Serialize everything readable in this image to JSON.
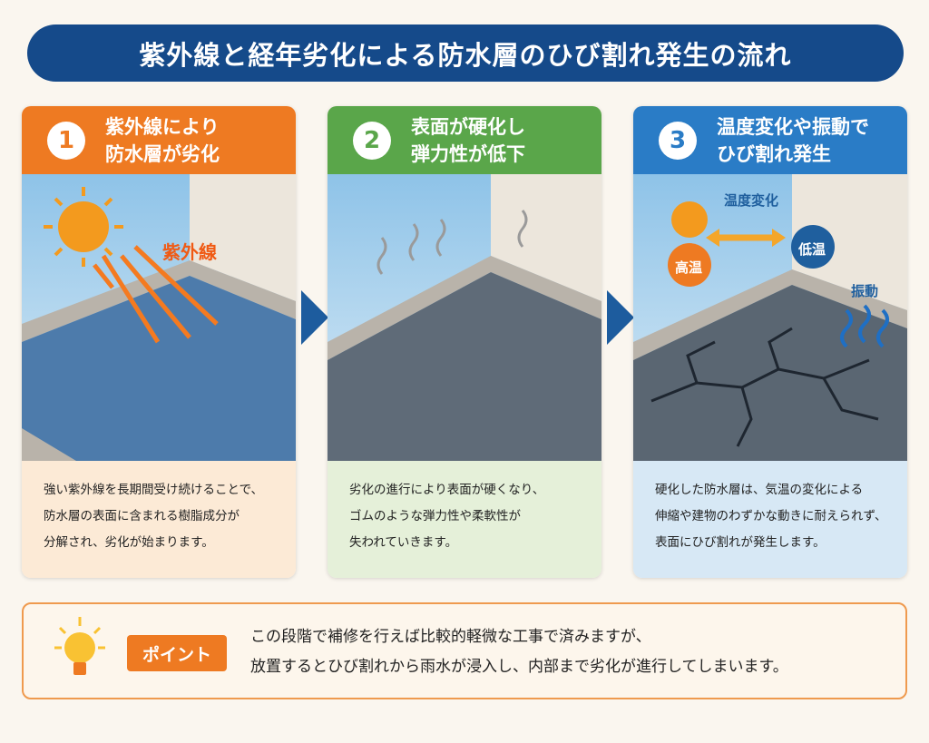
{
  "title": "紫外線と経年劣化による防水層のひび割れ発生の流れ",
  "steps": [
    {
      "number": "1",
      "heading_line1": "紫外線により",
      "heading_line2": "防水層が劣化",
      "label": "紫外線",
      "text": [
        "強い紫外線を長期間受け続けることで、",
        "防水層の表面に含まれる樹脂成分が",
        "分解され、劣化が始まります。"
      ],
      "color": "#ee7a22"
    },
    {
      "number": "2",
      "heading_line1": "表面が硬化し",
      "heading_line2": "弾力性が低下",
      "text": [
        "劣化の進行により表面が硬くなり、",
        "ゴムのような弾力性や柔軟性が",
        "失われていきます。"
      ],
      "color": "#5aa64a"
    },
    {
      "number": "3",
      "heading_line1": "温度変化や振動で",
      "heading_line2": "ひび割れ発生",
      "labels": {
        "temp_change": "温度変化",
        "high": "高温",
        "low": "低温",
        "vibration": "振動"
      },
      "text": [
        "硬化した防水層は、気温の変化による",
        "伸縮や建物のわずかな動きに耐えられず、",
        "表面にひび割れが発生します。"
      ],
      "color": "#2a7cc6"
    }
  ],
  "point": {
    "badge": "ポイント",
    "line1": "この段階で補修を行えば比較的軽微な工事で済みますが、",
    "line2": "放置するとひび割れから雨水が浸入し、内部まで劣化が進行してしまいます。"
  }
}
